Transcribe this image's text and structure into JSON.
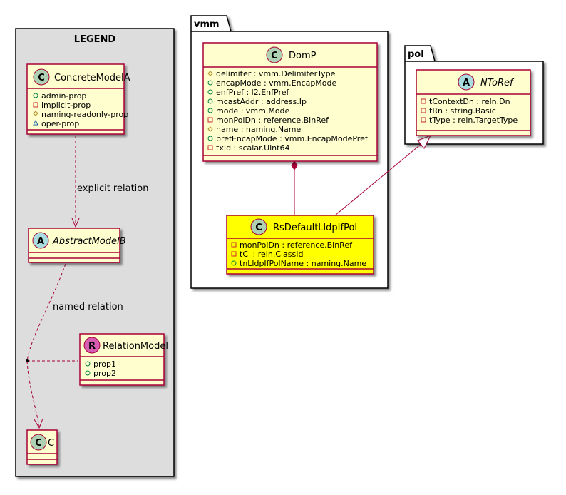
{
  "legend": {
    "title": "LEGEND",
    "concrete": {
      "name": "ConcreteModelA",
      "stereo": "C",
      "attrs": [
        "admin-prop",
        "implicit-prop",
        "naming-readonly-prop",
        "oper-prop"
      ]
    },
    "abstract": {
      "name": "AbstractModelB",
      "stereo": "A"
    },
    "relation": {
      "name": "RelationModel",
      "stereo": "R",
      "attrs": [
        "prop1",
        "prop2"
      ]
    },
    "c": {
      "name": "C",
      "stereo": "C"
    },
    "explicit_label": "explicit relation",
    "named_label": "named relation"
  },
  "vmm": {
    "title": "vmm",
    "domp": {
      "name": "DomP",
      "stereo": "C",
      "attrs": [
        "delimiter : vmm.DelimiterType",
        "encapMode : vmm.EncapMode",
        "enfPref : l2.EnfPref",
        "mcastAddr : address.Ip",
        "mode : vmm.Mode",
        "monPolDn : reference.BinRef",
        "name : naming.Name",
        "prefEncapMode : vmm.EncapModePref",
        "txId : scalar.Uint64"
      ]
    },
    "rs": {
      "name": "RsDefaultLldpIfPol",
      "stereo": "C",
      "attrs": [
        "monPolDn : reference.BinRef",
        "tCl : reln.ClassId",
        "tnLldpIfPolName : naming.Name"
      ]
    }
  },
  "pol": {
    "title": "pol",
    "ntoref": {
      "name": "NToRef",
      "stereo": "A",
      "attrs": [
        "tContextDn : reln.Dn",
        "tRn : string.Basic",
        "tType : reln.TargetType"
      ]
    }
  },
  "colors": {
    "class_fill": "#FEFECE",
    "class_border": "#A80036",
    "highlight_fill": "#FFFF00",
    "legend_bg": "#DDDDDD",
    "c_circle": "#ADD1B2",
    "a_circle": "#A9DCDF",
    "r_circle": "#D65DB1",
    "public_icon": "#038048",
    "private_icon": "#C82930",
    "protected_icon": "#B38D22",
    "package_icon": "#1963A0"
  }
}
